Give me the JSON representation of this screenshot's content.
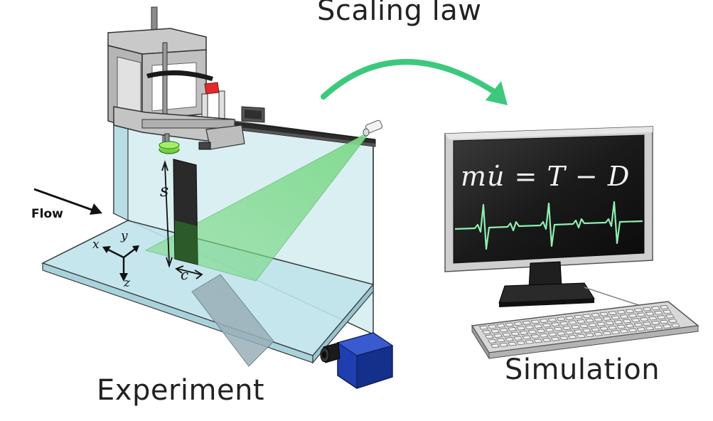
{
  "titles": {
    "scaling_law": "Scaling law",
    "experiment": "Experiment",
    "simulation": "Simulation"
  },
  "experiment": {
    "flow_label": "Flow",
    "span_symbol": "s",
    "chord_symbol": "c",
    "axis_x": "x",
    "axis_y": "y",
    "axis_z": "z"
  },
  "simulation": {
    "equation": "mu̇ = T − D"
  },
  "colors": {
    "arrow_green": "#3cc97e",
    "laser_green": "#7dd98a",
    "water": "#bfe3ea",
    "camera_blue": "#1f3fb0",
    "clamp_red": "#e02a2a",
    "screen_trace": "#8ef0b0"
  }
}
